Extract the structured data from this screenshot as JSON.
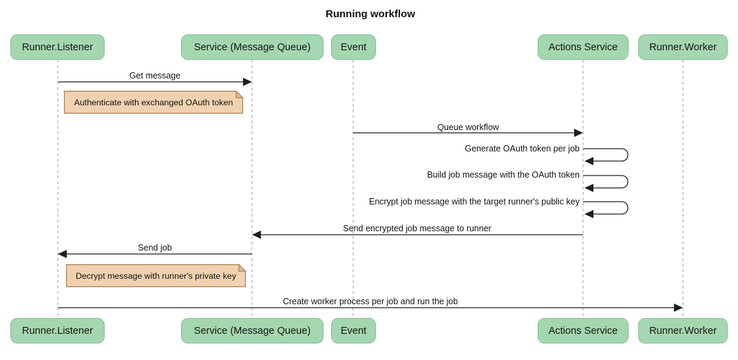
{
  "title": "Running workflow",
  "diagram_type": "sequence-diagram",
  "participants": [
    {
      "label": "Runner.Listener"
    },
    {
      "label": "Service (Message Queue)"
    },
    {
      "label": "Event"
    },
    {
      "label": "Actions Service"
    },
    {
      "label": "Runner.Worker"
    }
  ],
  "messages": [
    {
      "from": "Runner.Listener",
      "to": "Service (Message Queue)",
      "kind": "solid-arrow",
      "label": "Get message"
    },
    {
      "from": "Event",
      "to": "Actions Service",
      "kind": "solid-arrow",
      "label": "Queue workflow"
    },
    {
      "from": "Actions Service",
      "to": "Actions Service",
      "kind": "self-loop",
      "label": "Generate OAuth token per job"
    },
    {
      "from": "Actions Service",
      "to": "Actions Service",
      "kind": "self-loop",
      "label": "Build job message with the OAuth token"
    },
    {
      "from": "Actions Service",
      "to": "Actions Service",
      "kind": "self-loop",
      "label": "Encrypt job message with the target runner's public key"
    },
    {
      "from": "Actions Service",
      "to": "Service (Message Queue)",
      "kind": "solid-arrow",
      "label": "Send encrypted job message to runner"
    },
    {
      "from": "Service (Message Queue)",
      "to": "Runner.Listener",
      "kind": "solid-arrow",
      "label": "Send job"
    },
    {
      "from": "Runner.Listener",
      "to": "Runner.Worker",
      "kind": "solid-arrow",
      "label": "Create worker process per job and run the job"
    }
  ],
  "notes": [
    {
      "position": "right of Runner.Listener",
      "label": "Authenticate with exchanged OAuth token"
    },
    {
      "position": "right of Runner.Listener",
      "label": "Decrypt message with runner's private key"
    }
  ],
  "colors": {
    "participant_fill": "#a4d7af",
    "participant_border": "#84bb92",
    "note_fill": "#f0d2b0",
    "note_border": "#a67c52",
    "message_line": "#1f1f1f",
    "lifeline": "#9e9e9e",
    "text": "#111111",
    "background": "#ffffff"
  }
}
